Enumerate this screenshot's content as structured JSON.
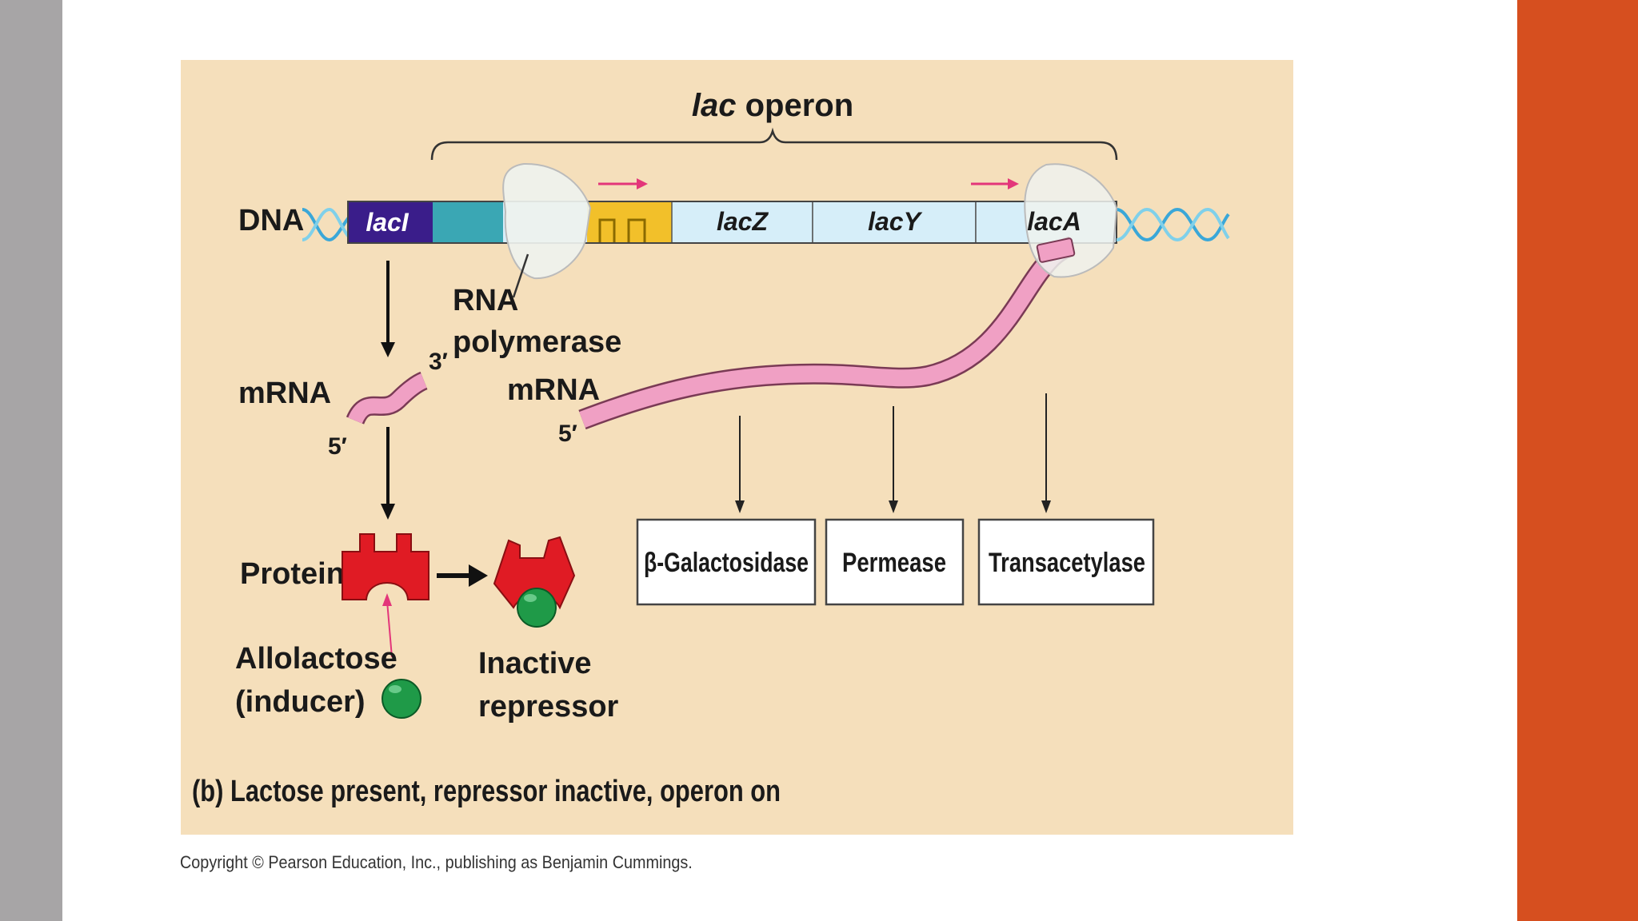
{
  "colors": {
    "left_bar": "#a7a5a6",
    "right_bar": "#d64f1f",
    "figure_background": "#f5dfbb",
    "laci_gene": "#3a1d8a",
    "operator_teal": "#3aa7b4",
    "structural_genes": "#d6eef9",
    "promoter_yellow": "#f2c02a",
    "mrna_pink": "#f0a0c4",
    "repressor_red": "#e01b24",
    "allolactose_green": "#1f9a48",
    "transcription_arrow": "#e3367a"
  },
  "diagram": {
    "operon_title_italic": "lac",
    "operon_title_rest": " operon",
    "dna_label": "DNA",
    "genes": {
      "laci": "lacI",
      "lacz": "lacZ",
      "lacy": "lacY",
      "laca": "lacA"
    },
    "rna_polymerase_line1": "RNA",
    "rna_polymerase_line2": "polymerase",
    "mrna_left_label": "mRNA",
    "mrna_left_3prime": "3′",
    "mrna_left_5prime": "5′",
    "mrna_right_label": "mRNA",
    "mrna_right_5prime": "5′",
    "protein_label": "Protein",
    "allolactose_line1": "Allolactose",
    "allolactose_line2": "(inducer)",
    "inactive_line1": "Inactive",
    "inactive_line2": "repressor",
    "enzymes": [
      "β-Galactosidase",
      "Permease",
      "Transacetylase"
    ],
    "caption": "(b) Lactose present, repressor inactive, operon on"
  },
  "copyright": "Copyright © Pearson Education, Inc., publishing as Benjamin Cummings."
}
